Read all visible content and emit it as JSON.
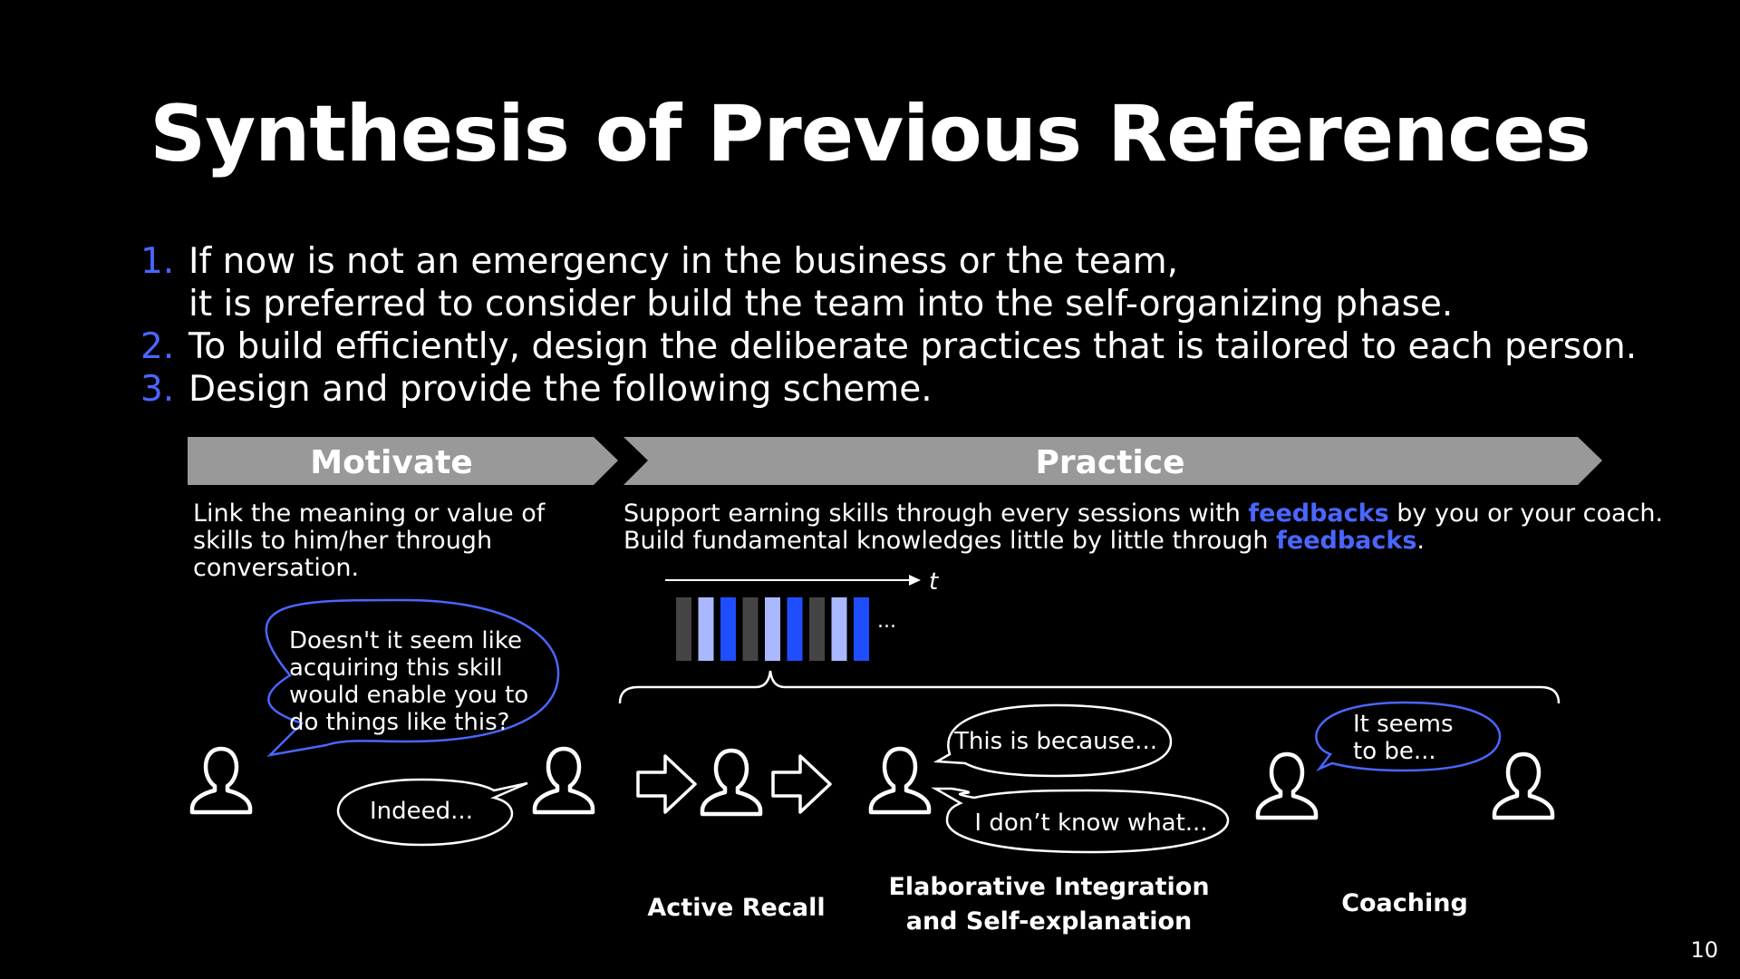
{
  "slide": {
    "title": "Synthesis of Previous References",
    "points": [
      {
        "number": "1.",
        "lines": [
          "If now is not an emergency in the business or the team,",
          "it is preferred to consider build the team into the self-organizing phase."
        ]
      },
      {
        "number": "2.",
        "lines": [
          "To build efficiently, design the deliberate practices that is tailored to each person."
        ]
      },
      {
        "number": "3.",
        "lines": [
          "Design and provide the following scheme."
        ]
      }
    ],
    "page_number": "10"
  },
  "scheme": {
    "motivate": {
      "banner": "Motivate",
      "description": [
        "Link the meaning or value of",
        "skills to him/her through",
        "conversation."
      ],
      "bubble_question": [
        "Doesn't it seem like",
        "acquiring this skill",
        "would enable you to",
        "do things like this?"
      ],
      "bubble_answer": "Indeed..."
    },
    "practice": {
      "banner": "Practice",
      "line1_before": "Support earning skills through every sessions with ",
      "line1_highlight": "feedbacks",
      "line1_after": " by you or your coach.",
      "line2_before": "Build fundamental knowledges little by little through ",
      "line2_highlight": "feedbacks",
      "line2_after": ".",
      "time_label": "t",
      "ellipsis": "...",
      "sessions": [
        "dark",
        "light",
        "blue",
        "dark",
        "light",
        "blue",
        "dark",
        "light",
        "blue"
      ]
    },
    "methods": {
      "active_recall": "Active Recall",
      "elaborative": [
        "Elaborative Integration",
        "and Self-explanation"
      ],
      "coaching": "Coaching"
    },
    "bubbles": {
      "because": "This is because...",
      "dont_know": "I don’t know what...",
      "seems": [
        "It seems",
        "to be..."
      ]
    },
    "colors": {
      "accent": "#4a66ff",
      "banner": "#999999",
      "session_dark": "#444444",
      "session_light": "#a9b8ff",
      "session_blue": "#1f4eff"
    }
  }
}
